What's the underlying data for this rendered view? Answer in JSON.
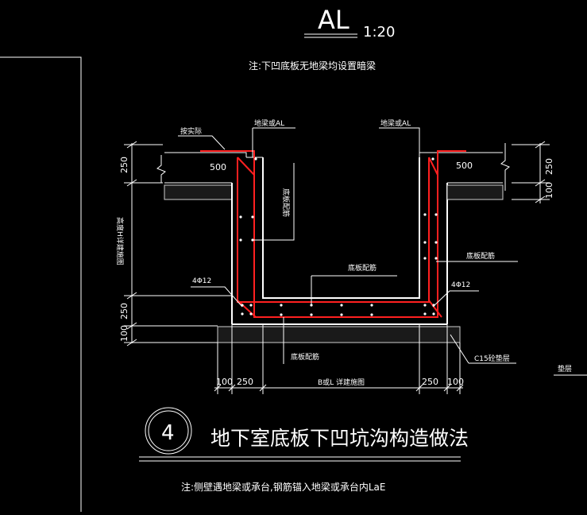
{
  "title_tag": "AL",
  "scale": "1:20",
  "note_top": "注:下凹底板无地梁均设置暗梁",
  "labels": {
    "top_left_bar": "按实际",
    "beam_left": "地梁或AL",
    "beam_right": "地梁或AL",
    "dim_500_left": "500",
    "dim_500_right": "500",
    "side_bar": "底板配筋",
    "bottom_bar_top": "底板配筋",
    "right_bar": "底板配筋",
    "rebar_left": "4Φ12",
    "rebar_right": "4Φ12",
    "bottom_bar_bottom": "底板配筋",
    "cushion": "C15砼垫层",
    "vertical_note": "高度H详建施图",
    "far_right": "垫层"
  },
  "dims": {
    "left_250_top": "250",
    "left_250_bottom": "250",
    "left_100_bottom": "100",
    "right_250_top": "250",
    "right_100_top": "100",
    "bottom_100_left": "100",
    "bottom_250_left": "250",
    "bottom_mid": "B或L 详建施图",
    "bottom_250_right": "250",
    "bottom_100_right": "100"
  },
  "circle_number": "4",
  "main_title": "地下室底板下凹坑沟构造做法",
  "note_bottom": "注:侧壁遇地梁或承台,钢筋锚入地梁或承台内LaE",
  "colors": {
    "background": "#000000",
    "line": "#ffffff",
    "rebar": "#ff2020"
  }
}
